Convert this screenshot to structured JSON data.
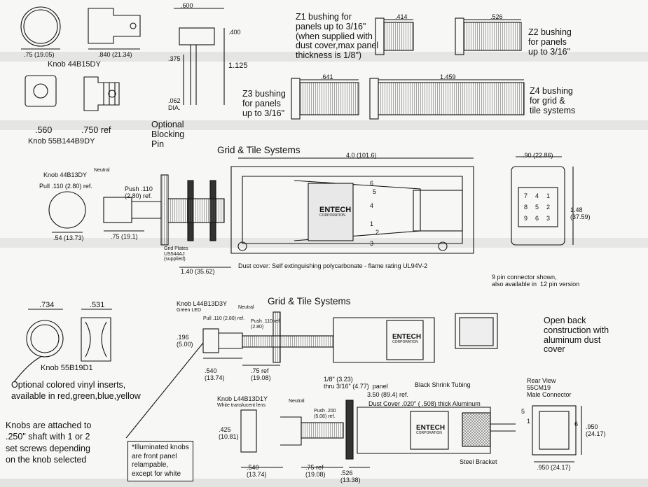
{
  "knob_44B15DY": {
    "dim_a": ".75 (19.05)",
    "dim_b": ".840 (21.34)",
    "name": "Knob 44B15DY"
  },
  "knob_55B144B9DY": {
    "dim_a": ".560",
    "dim_b": ".750 ref",
    "name": "Knob 55B144B9DY"
  },
  "pin": {
    "dim_width": ".600",
    "dim_top": ".400",
    "dim_side": ".375",
    "dim_total": "1.125",
    "dim_dia": ".062\nDIA.",
    "label": "Optional\nBlocking\nPin"
  },
  "z1": {
    "title": "Z1 bushing for\npanels up to 3/16\"\n(when supplied with\ndust cover,max panel\nthickness is 1/8\")",
    "dim": ".414"
  },
  "z2": {
    "title": "Z2 bushing\nfor panels\nup to 3/16\"",
    "dim": ".526"
  },
  "z3": {
    "title": "Z3 bushing\nfor panels\nup to 3/16\"",
    "dim": ".641"
  },
  "z4": {
    "title": "Z4 bushing\nfor grid &\ntile systems",
    "dim": "1.459"
  },
  "grid_tile_1": {
    "title": "Grid & Tile Systems",
    "knob": "Knob 44B13DY",
    "neutral": "Neutral",
    "pull": "Pull .110 (2.80) ref.",
    "push": "Push .110\n(2.80) ref.",
    "dia": ".54 (13.73)",
    "len": ".75 (19.1)",
    "overall": "4.0 (101.6)",
    "grid_plates": "Grid Plates\nUS544AJ\n(supplied)",
    "total": "1.40 (35.62)",
    "dust_cover": "Dust cover: Self extinguishing polycarbonate - flame rating UL94V-2",
    "brand": "ENTECH",
    "brand_sub": "CORPORATION",
    "terminals": [
      "6",
      "5",
      "4",
      "1",
      "2",
      "3"
    ]
  },
  "connector_9pin": {
    "width": ".90 (22.86)",
    "height": "1.48\n(37.59)",
    "pins": [
      "7",
      "4",
      "1",
      "8",
      "5",
      "2",
      "9",
      "6",
      "3"
    ],
    "caption": "9 pin connector shown,\nalso available in  12 pin version"
  },
  "knob_55B19D1": {
    "dim_a": ".734",
    "dim_b": ".531",
    "name": "Knob 55B19D1",
    "note": "Optional colored vinyl inserts,\navailable in red,green,blue,yellow"
  },
  "knobs_note": "Knobs are attached to\n.250\" shaft with 1 or 2\nset screws depending\non the knob selected",
  "illuminated_note": "*Illuminated knobs\nare front panel\nrelampable,\nexcept for white",
  "grid_tile_2": {
    "title": "Grid & Tile Systems",
    "knob": "Knob L44B13D3Y",
    "led": "Green LED",
    "neutral": "Neutral",
    "pull": "Pull .110 (2.80) ref.",
    "push": "Push .110 ref.\n(2.80)",
    "dia": ".196\n(5.00)",
    "dim_a": ".540\n(13.74)",
    "dim_b": ".75 ref\n(19.08)",
    "brand": "ENTECH",
    "brand_sub": "CORPORATION"
  },
  "open_back": "Open back\nconstruction with\naluminum dust\ncover",
  "panel_mount": {
    "knob": "Knob L44B13D1Y",
    "lens": "White translucent lens",
    "neutral": "Neutral",
    "push": "Push .200\n(5.08) ref.",
    "dia": ".425\n(10.81)",
    "panel": "1/8\" (3.23)\nthru 3/16\" (4.77)  panel",
    "len_ref": "3.50 (89.4) ref.",
    "tubing": "Black Shrink Tubing",
    "dust_cover": "Dust Cover .020\" ( .508) thick Aluminum",
    "bracket": "Steel Bracket",
    "dim_a": ".540\n(13.74)",
    "dim_b": ".75 ref\n(19.08)",
    "dim_c": ".526\n(13.38)",
    "brand": "ENTECH",
    "brand_sub": "CORPORATION"
  },
  "rear_view": {
    "title": "Rear View\n55CM19\nMale Connector",
    "pin_5": "5",
    "pin_1": "1",
    "pin_6": "6",
    "height": ".950\n(24.17)",
    "width": ".950 (24.17)"
  }
}
